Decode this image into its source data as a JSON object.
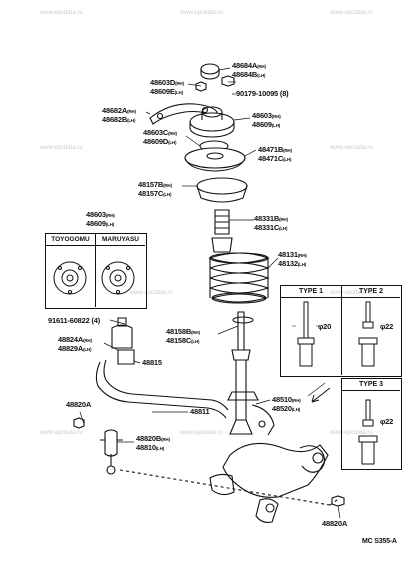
{
  "watermark": "www.epcdata.ru",
  "diagram_code": "MC S355-A",
  "variants": {
    "left": "TOYOGOMU",
    "right": "MARUYASU"
  },
  "types": [
    {
      "label": "TYPE 1",
      "size": "φ20"
    },
    {
      "label": "TYPE 2",
      "size": "φ22"
    },
    {
      "label": "TYPE 3",
      "size": "φ22"
    }
  ],
  "parts": [
    {
      "line1": "48684A",
      "sfx1": "(RH)",
      "line2": "48684B",
      "sfx2": "(LH)"
    },
    {
      "line1": "48603D",
      "sfx1": "(RH)",
      "line2": "48609E",
      "sfx2": "(LH)"
    },
    {
      "line1": "90179-10095 (8)",
      "sfx1": "",
      "line2": "",
      "sfx2": ""
    },
    {
      "line1": "48682A",
      "sfx1": "(RH)",
      "line2": "48682B",
      "sfx2": "(LH)"
    },
    {
      "line1": "48603",
      "sfx1": "(RH)",
      "line2": "48609",
      "sfx2": "(LH)"
    },
    {
      "line1": "48603C",
      "sfx1": "(RH)",
      "line2": "48609D",
      "sfx2": "(LH)"
    },
    {
      "line1": "48471B",
      "sfx1": "(RH)",
      "line2": "48471C",
      "sfx2": "(LH)"
    },
    {
      "line1": "48157B",
      "sfx1": "(RH)",
      "line2": "48157C",
      "sfx2": "(LH)"
    },
    {
      "line1": "48331B",
      "sfx1": "(RH)",
      "line2": "48331C",
      "sfx2": "(LH)"
    },
    {
      "line1": "48603",
      "sfx1": "(RH)",
      "line2": "48609",
      "sfx2": "(LH)"
    },
    {
      "line1": "48131",
      "sfx1": "(RH)",
      "line2": "48132",
      "sfx2": "(LH)"
    },
    {
      "line1": "91611-60822 (4)",
      "sfx1": "",
      "line2": "",
      "sfx2": ""
    },
    {
      "line1": "48824A",
      "sfx1": "(RH)",
      "line2": "48829A",
      "sfx2": "(LH)"
    },
    {
      "line1": "48158B",
      "sfx1": "(RH)",
      "line2": "48158C",
      "sfx2": "(LH)"
    },
    {
      "line1": "48815",
      "sfx1": "",
      "line2": "",
      "sfx2": ""
    },
    {
      "line1": "48510",
      "sfx1": "(RH)",
      "line2": "48520",
      "sfx2": "(LH)"
    },
    {
      "line1": "48820A",
      "sfx1": "",
      "line2": "",
      "sfx2": ""
    },
    {
      "line1": "48811",
      "sfx1": "",
      "line2": "",
      "sfx2": ""
    },
    {
      "line1": "48820B",
      "sfx1": "(RH)",
      "line2": "48810",
      "sfx2": "(LH)"
    },
    {
      "line1": "48820A",
      "sfx1": "",
      "line2": "",
      "sfx2": ""
    }
  ]
}
